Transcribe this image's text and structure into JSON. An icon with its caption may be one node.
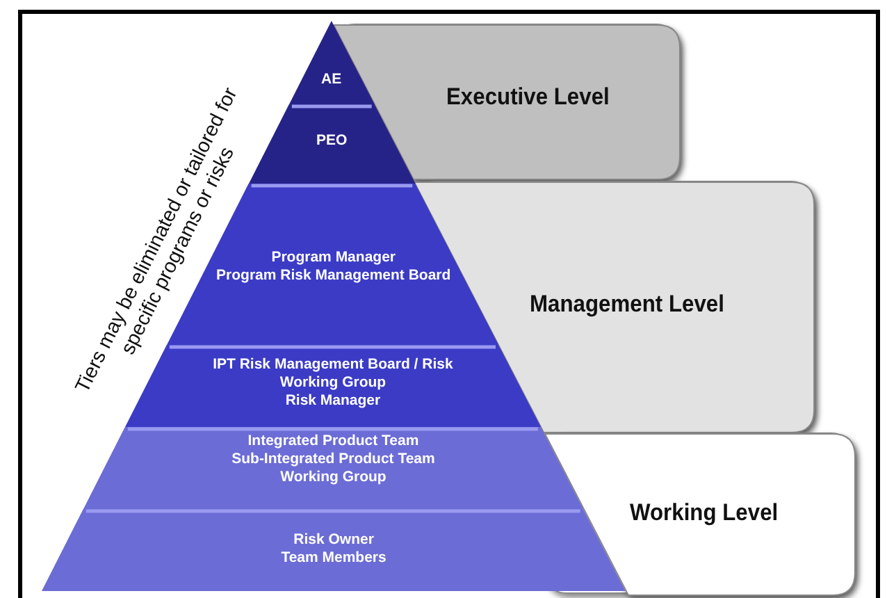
{
  "diagram": {
    "nodes": [
      {
        "text": [
          "Executive Level"
        ]
      },
      {
        "text": [
          "Management Level"
        ]
      },
      {
        "text": [
          "Working Level"
        ]
      },
      {
        "text": [
          "AE"
        ]
      },
      {
        "text": [
          "PEO"
        ]
      },
      {
        "text": [
          "Program Manager",
          "Program Risk Management Board"
        ]
      },
      {
        "text": [
          "IPT Risk Management Board / Risk Working Group",
          "Risk Manager"
        ]
      },
      {
        "text": [
          "Integrated Product Team",
          "Sub-Integrated Product Team",
          "Working Group"
        ]
      },
      {
        "text": [
          "Risk Owner",
          "Team Members"
        ]
      }
    ],
    "labels": [
      "Tiers may be eliminated or tailored for specific programs or risks"
    ]
  }
}
